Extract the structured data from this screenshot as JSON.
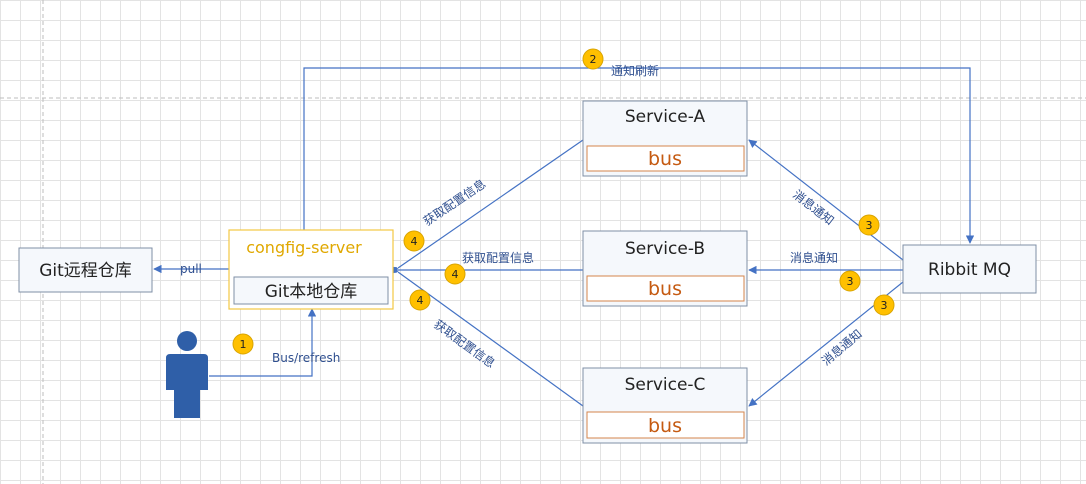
{
  "nodes": {
    "git_remote": "Git远程仓库",
    "config_server": "congfig-server",
    "git_local": "Git本地仓库",
    "service_a": "Service-A",
    "service_b": "Service-B",
    "service_c": "Service-C",
    "bus": "bus",
    "rabbit": "Ribbit MQ"
  },
  "edges": {
    "pull": "pull",
    "bus_refresh": "Bus/refresh",
    "notify_refresh": "通知刷新",
    "msg_notify": "消息通知",
    "fetch_config": "获取配置信息"
  },
  "steps": [
    "1",
    "2",
    "3",
    "4"
  ],
  "colors": {
    "line": "#4472c4",
    "box_border": "#7f8fa6",
    "box_fill": "#f5f8fc",
    "server_border": "#f2c744",
    "server_title": "#e0a800",
    "bus_border": "#d4844b",
    "bus_text": "#c55a11",
    "badge_fill": "#ffc000",
    "person": "#2f5fa8"
  }
}
